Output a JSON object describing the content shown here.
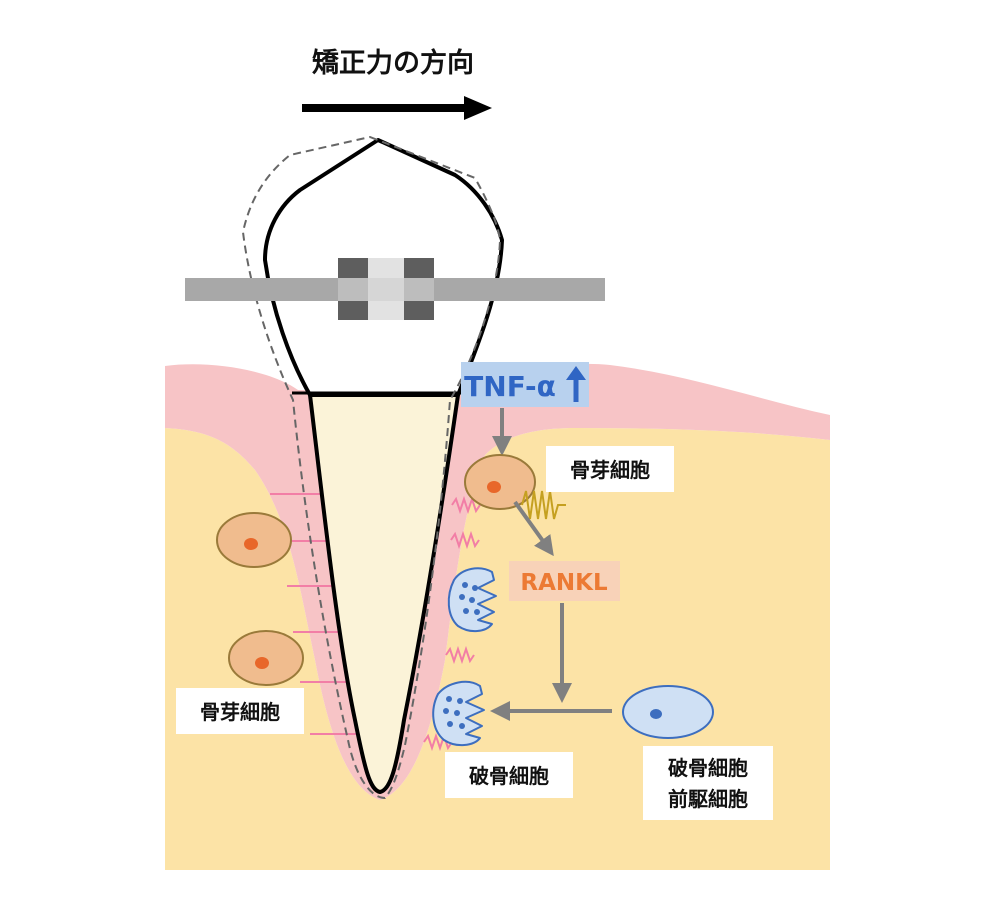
{
  "title": "矯正力の方向",
  "labels": {
    "tnf": "TNF-α",
    "rankl": "RANKL",
    "osteoblast_right": "骨芽細胞",
    "osteoblast_left": "骨芽細胞",
    "osteoclast": "破骨細胞",
    "precursor_line1": "破骨細胞",
    "precursor_line2": "前駆細胞"
  },
  "colors": {
    "bone": "#fce3a6",
    "ligament": "#f7c4c6",
    "root": "#fbf3d8",
    "osteoblast_fill": "#f0bc8e",
    "osteoblast_nucleus": "#e8672a",
    "osteoclast_fill": "#cfe0f4",
    "osteoclast_dots": "#3d6ebf",
    "tnf_box": "#b8d1ee",
    "tnf_text": "#2f65c4",
    "rankl_box": "#f8d2b8",
    "rankl_text": "#ec7a34",
    "arrow_gray": "#7f7f7f",
    "fiber_pink": "#f27ea6"
  },
  "icons": {
    "direction_arrow": "right-arrow-icon",
    "tnf_increase": "up-arrow-icon",
    "receptor": "receptor-coil-icon"
  }
}
